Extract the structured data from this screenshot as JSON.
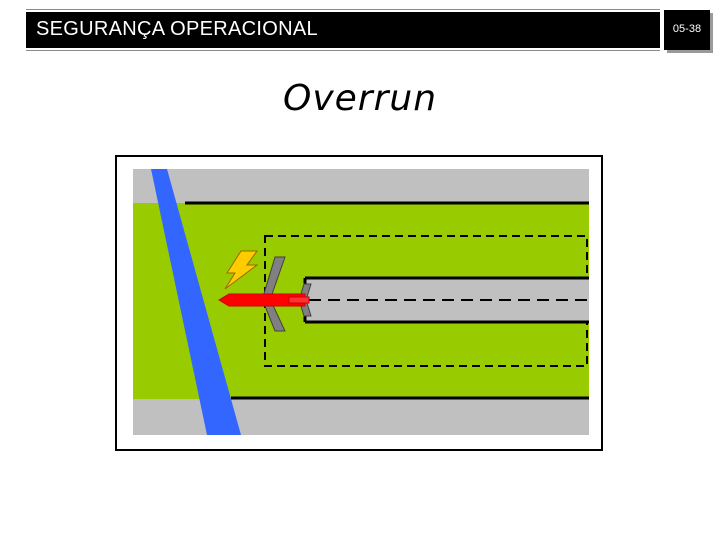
{
  "header": {
    "title": "SEGURANÇA OPERACIONAL"
  },
  "page": {
    "number": "05-38"
  },
  "slide": {
    "title": "Overrun"
  },
  "diagram": {
    "icons": [
      "aircraft-icon",
      "lightning-icon"
    ],
    "colors": {
      "grass": "#99cc00",
      "pavement": "#c0c0c0",
      "river": "#3366ff",
      "aircraft_dark": "#808080",
      "aircraft_red": "#ff0000",
      "lightning": "#ffcc00"
    }
  }
}
